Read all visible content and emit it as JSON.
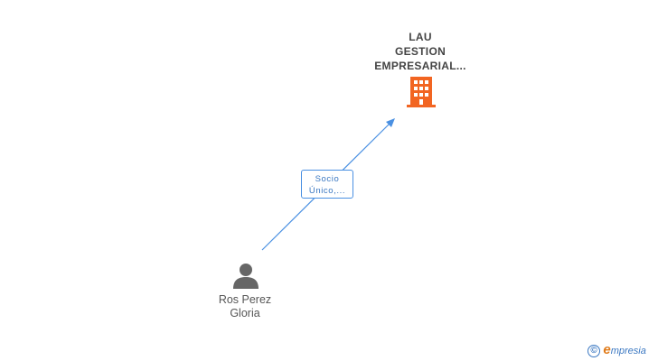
{
  "company": {
    "name_lines": [
      "LAU",
      "GESTION",
      "EMPRESARIAL..."
    ]
  },
  "relation": {
    "label_lines": [
      "Socio",
      "Único,..."
    ]
  },
  "person": {
    "name_lines": [
      "Ros Perez",
      "Gloria"
    ]
  },
  "watermark": {
    "copyright_symbol": "©",
    "brand_initial": "e",
    "brand_rest": "mpresia"
  },
  "colors": {
    "company_icon": "#f26522",
    "edge": "#4a90e2",
    "person_icon": "#666666",
    "brand_blue": "#3b78c2",
    "brand_orange": "#e07b1a"
  },
  "icons": {
    "company": "building-icon",
    "person": "person-icon",
    "copyright": "copyright-icon"
  }
}
